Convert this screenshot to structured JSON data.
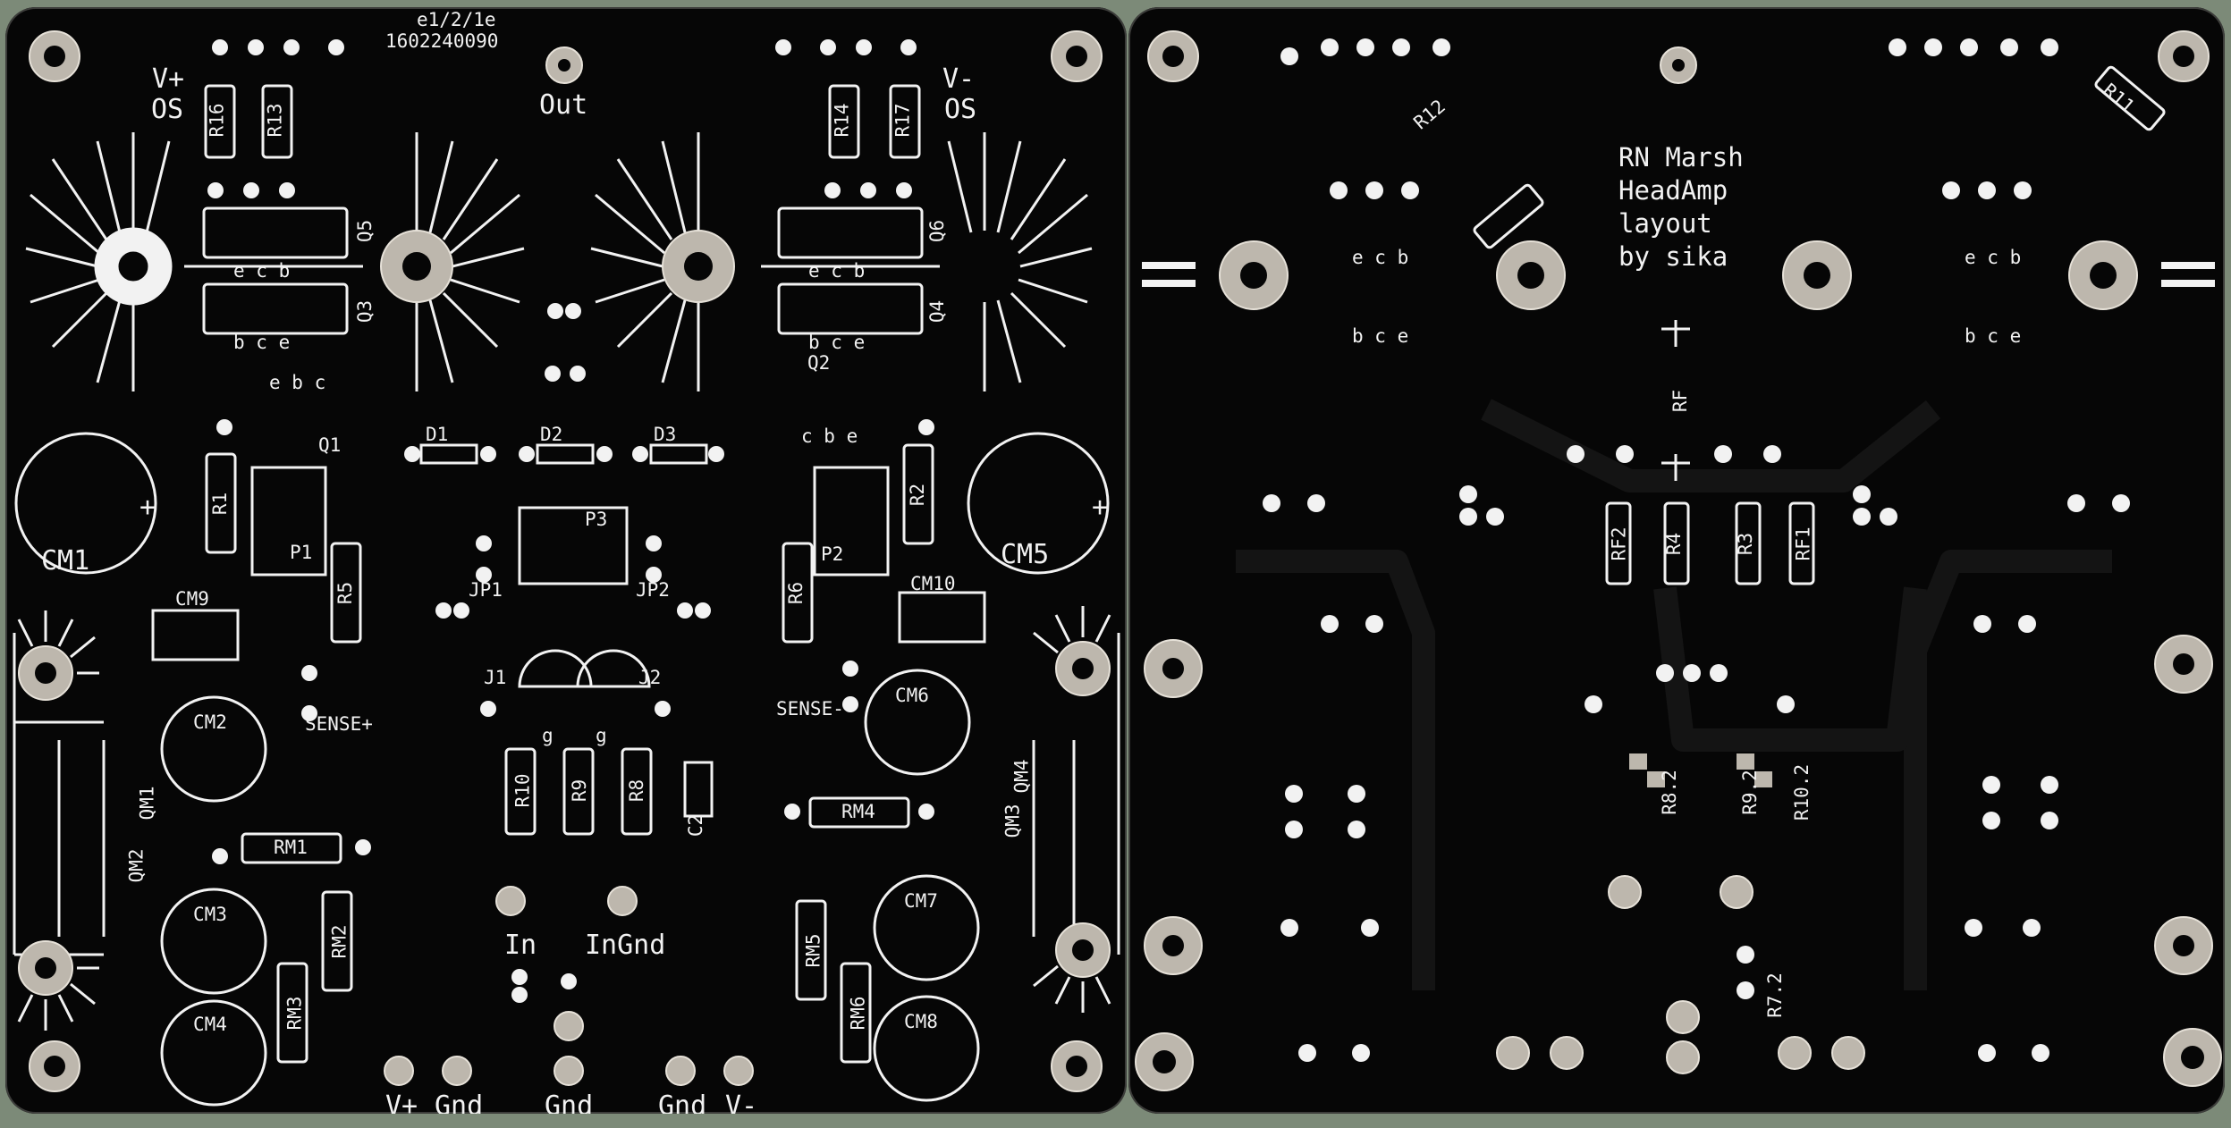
{
  "image": {
    "background": "#7c8a78",
    "soldermask": "#060606",
    "silkscreen": "#f2f2f2",
    "pad": "#bdb7ad"
  },
  "front": {
    "serial": "1602240090",
    "date_code": "e1/2/1e",
    "title_labels": {
      "vplus_top": "V+",
      "os_left": "OS",
      "out": "Out",
      "vminus_top": "V-",
      "os_right": "OS"
    },
    "resistors_top": [
      "R16",
      "R13",
      "R14",
      "R17"
    ],
    "transistors": {
      "q5": "Q5",
      "q3": "Q3",
      "q6": "Q6",
      "q4": "Q4",
      "q1": "Q1",
      "q2": "Q2"
    },
    "pinouts": {
      "ecb": "e c b",
      "bce": "b c e",
      "ebc": "e b c",
      "cbe": "c b e"
    },
    "diodes": [
      "D1",
      "D2",
      "D3"
    ],
    "caps": {
      "cm1": "CM1",
      "cm5": "CM5",
      "cm2": "CM2",
      "cm3": "CM3",
      "cm4": "CM4",
      "cm6": "CM6",
      "cm7": "CM7",
      "cm8": "CM8",
      "cm9": "CM9",
      "cm10": "CM10",
      "c2": "C2"
    },
    "pots": {
      "p1": "P1",
      "p2": "P2",
      "p3": "P3"
    },
    "jumpers": {
      "jp1": "JP1",
      "jp2": "JP2",
      "j1": "J1",
      "j2": "J2"
    },
    "res_mid": {
      "r1": "R1",
      "r2": "R2",
      "r5": "R5",
      "r6": "R6",
      "r8": "R8",
      "r9": "R9",
      "r10": "R10"
    },
    "res_mod": {
      "rm1": "RM1",
      "rm2": "RM2",
      "rm3": "RM3",
      "rm4": "RM4",
      "rm5": "RM5",
      "rm6": "RM6"
    },
    "qm": {
      "qm1": "QM1",
      "qm2": "QM2",
      "qm3": "QM3",
      "qm4": "QM4"
    },
    "sense": {
      "plus": "SENSE+",
      "minus": "SENSE-"
    },
    "gate": "g",
    "plus_sign": "+",
    "io": {
      "in": "In",
      "ingnd": "InGnd",
      "vplus": "V+",
      "gnd_left": "Gnd",
      "gnd_mid": "Gnd",
      "gnd_right": "Gnd",
      "vminus": "V-"
    }
  },
  "back": {
    "credit": [
      "RN Marsh",
      "HeadAmp",
      "layout",
      "by sika"
    ],
    "resistors": {
      "r12": "R12",
      "r11": "R11",
      "rf": "RF",
      "rf2": "RF2",
      "r4": "R4",
      "r3": "R3",
      "rf1": "RF1",
      "r82": "R8.2",
      "r92": "R9.2",
      "r102": "R10.2",
      "r72": "R7.2"
    },
    "pinouts": {
      "ecb": "e c b",
      "bce": "b c e"
    }
  }
}
